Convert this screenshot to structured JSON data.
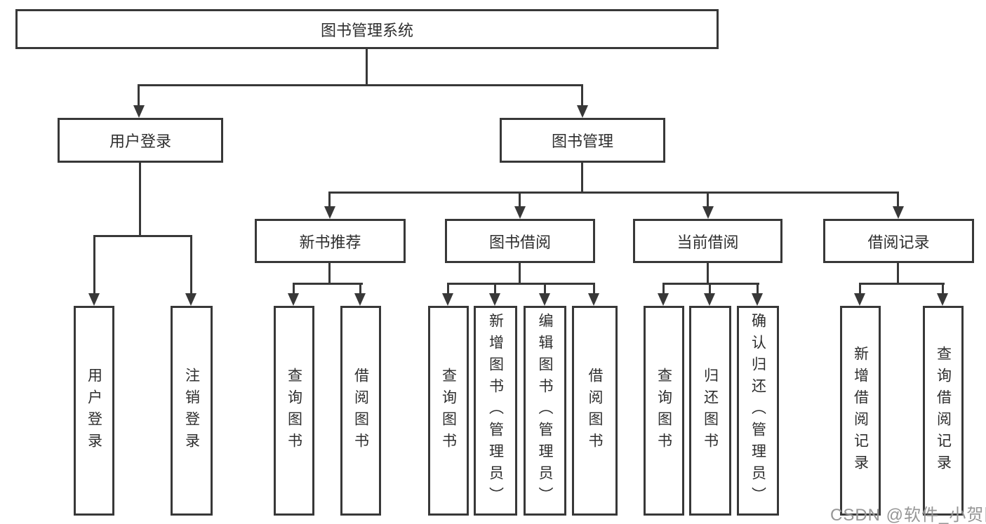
{
  "diagram": {
    "title": "图书管理系统",
    "nodes": {
      "root": "图书管理系统",
      "user_login": "用户登录",
      "book_management": "图书管理",
      "new_book_recommend": "新书推荐",
      "book_borrow": "图书借阅",
      "current_borrow": "当前借阅",
      "borrow_records": "借阅记录"
    },
    "leaves": [
      "用户登录",
      "注销登录",
      "查询图书",
      "借阅图书",
      "查询图书",
      "新增图书（管理员）",
      "编辑图书（管理员）",
      "借阅图书",
      "查询图书",
      "归还图书",
      "确认归还（管理员）",
      "新增借阅记录",
      "查询借阅记录"
    ],
    "colors": {
      "line": "#383838",
      "text": "#2e2e2e",
      "background": "#ffffff",
      "watermark": "#8d8d8d"
    }
  },
  "watermark": "CSDN @软件_小贺同学"
}
